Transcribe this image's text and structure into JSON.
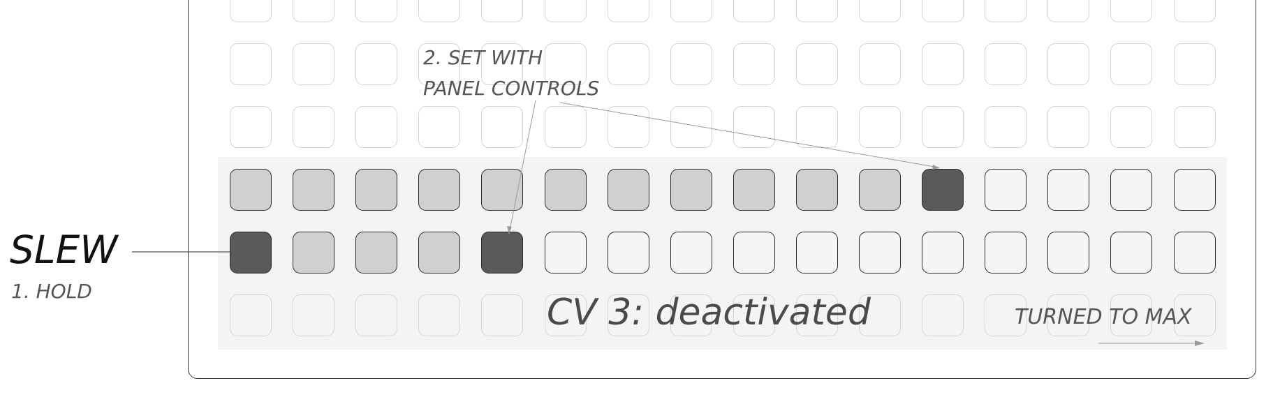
{
  "labels": {
    "slew": "SLEW",
    "hold": "1. HOLD",
    "set_line1": "2. SET WITH",
    "set_line2": "PANEL CONTROLS",
    "cv_status": "CV 3: deactivated",
    "turned": "TURNED TO MAX"
  },
  "grid": {
    "columns": 16,
    "rows": [
      {
        "state": "ghost",
        "cells": "gggggggggggggggg"
      },
      {
        "state": "ghost",
        "cells": "gggggggggggggggg"
      },
      {
        "state": "ghost",
        "cells": "gggggggggggggggg"
      },
      {
        "state": "active",
        "cells": "llllllllllldeeee"
      },
      {
        "state": "active",
        "cells": "dllldeeeeeeeeeee"
      },
      {
        "state": "ghost",
        "cells": "gggggggggggggggg"
      }
    ]
  },
  "colors": {
    "dark_key": "#585b59",
    "lit_key": "#d0d0d0",
    "highlight_band": "#f4f4f4",
    "ghost_border": "#d4d4d4"
  }
}
